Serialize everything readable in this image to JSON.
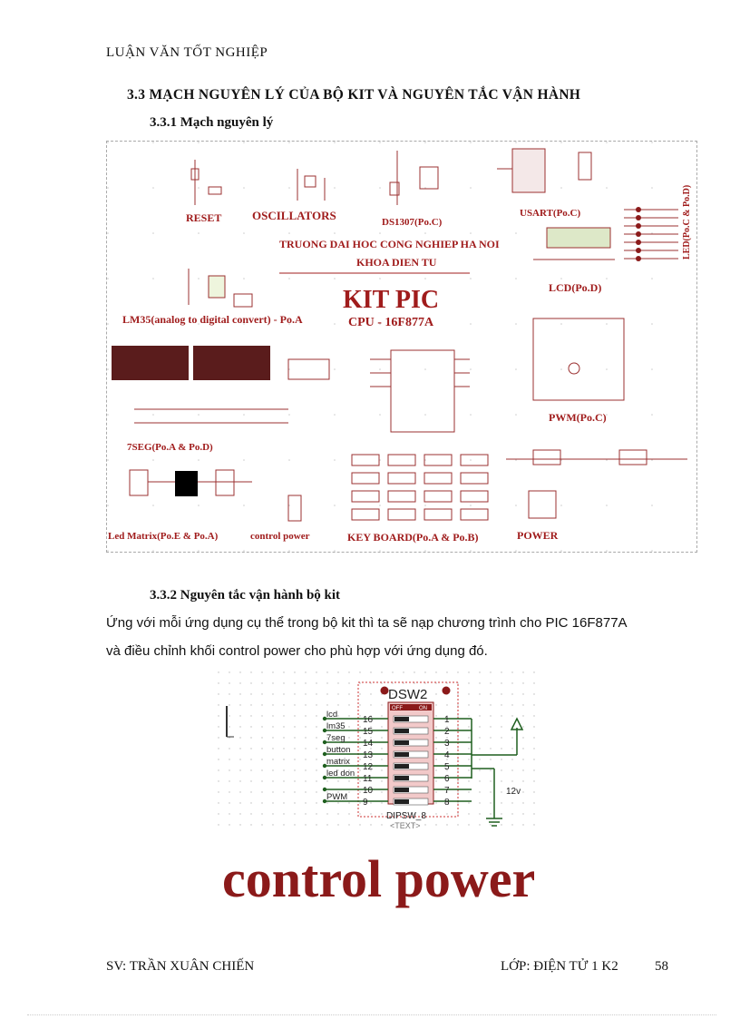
{
  "header": {
    "title": "LUẬN VĂN TỐT NGHIỆP"
  },
  "section": {
    "heading": "3.3 MẠCH NGUYÊN LÝ CỦA BỘ KIT VÀ NGUYÊN TẮC VẬN HÀNH",
    "sub1": "3.3.1   Mạch nguyên lý",
    "sub2": "3.3.2   Nguyên tắc vận hành bộ kit",
    "para1": "Ứng với mỗi ứng dụng cụ thể trong bộ kit thì ta sẽ nạp chương trình cho PIC 16F877A",
    "para2": "và điều chỉnh khối control power cho phù hợp với ứng dụng đó."
  },
  "schematic": {
    "reset": "RESET",
    "osc": "OSCILLATORS",
    "ds1307": "DS1307(Po.C)",
    "usart": "USART(Po.C)",
    "led": "LED(Po.C & Po.D)",
    "school1": "TRUONG DAI HOC CONG NGHIEP HA NOI",
    "school2": "KHOA DIEN TU",
    "lcd": "LCD(Po.D)",
    "kit": "KIT  PIC",
    "cpu": "CPU - 16F877A",
    "lm35": "LM35(analog to digital convert) - Po.A",
    "pwm": "PWM(Po.C)",
    "seg": "7SEG(Po.A & Po.D)",
    "matrix": "Led Matrix(Po.E & Po.A)",
    "control": "control power",
    "keyboard": "KEY BOARD(Po.A & Po.B)",
    "power": "POWER"
  },
  "dipswitch": {
    "name": "DSW2",
    "part": "DIPSW_8",
    "text": "<TEXT>",
    "off": "OFF",
    "on": "ON",
    "voltage": "12v",
    "left_pins": [
      "16",
      "15",
      "14",
      "13",
      "12",
      "11",
      "10",
      "9"
    ],
    "right_pins": [
      "1",
      "2",
      "3",
      "4",
      "5",
      "6",
      "7",
      "8"
    ],
    "signals": [
      "lcd",
      "lm35",
      "7seg",
      "button",
      "matrix",
      "led don",
      "",
      "PWM"
    ]
  },
  "caption": "control power",
  "footer": {
    "student": "SV: TRẦN XUÂN CHIẾN",
    "class": "LỚP: ĐIỆN TỬ 1 K2",
    "page": "58"
  }
}
